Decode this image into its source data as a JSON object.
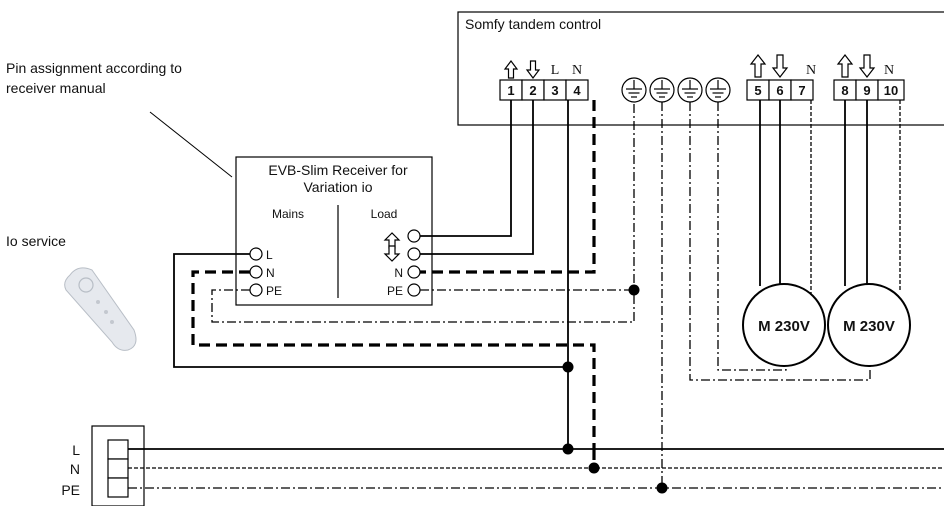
{
  "tandem": {
    "title": "Somfy tandem control",
    "terminals": [
      "1",
      "2",
      "3",
      "4",
      "5",
      "6",
      "7",
      "8",
      "9",
      "10"
    ],
    "letter_l": "L",
    "letter_n": "N"
  },
  "receiver": {
    "title_line1": "EVB-Slim Receiver for",
    "title_line2": "Variation io",
    "mains_label": "Mains",
    "load_label": "Load",
    "pins_left": [
      "L",
      "N",
      "PE"
    ],
    "pins_right": [
      "N",
      "PE"
    ]
  },
  "annotation": {
    "line1": "Pin assignment according to",
    "line2": "receiver manual"
  },
  "remote": {
    "label": "Io service"
  },
  "supply": {
    "labels": [
      "L",
      "N",
      "PE"
    ]
  },
  "motors": [
    {
      "label": "M 230V"
    },
    {
      "label": "M 230V"
    }
  ]
}
